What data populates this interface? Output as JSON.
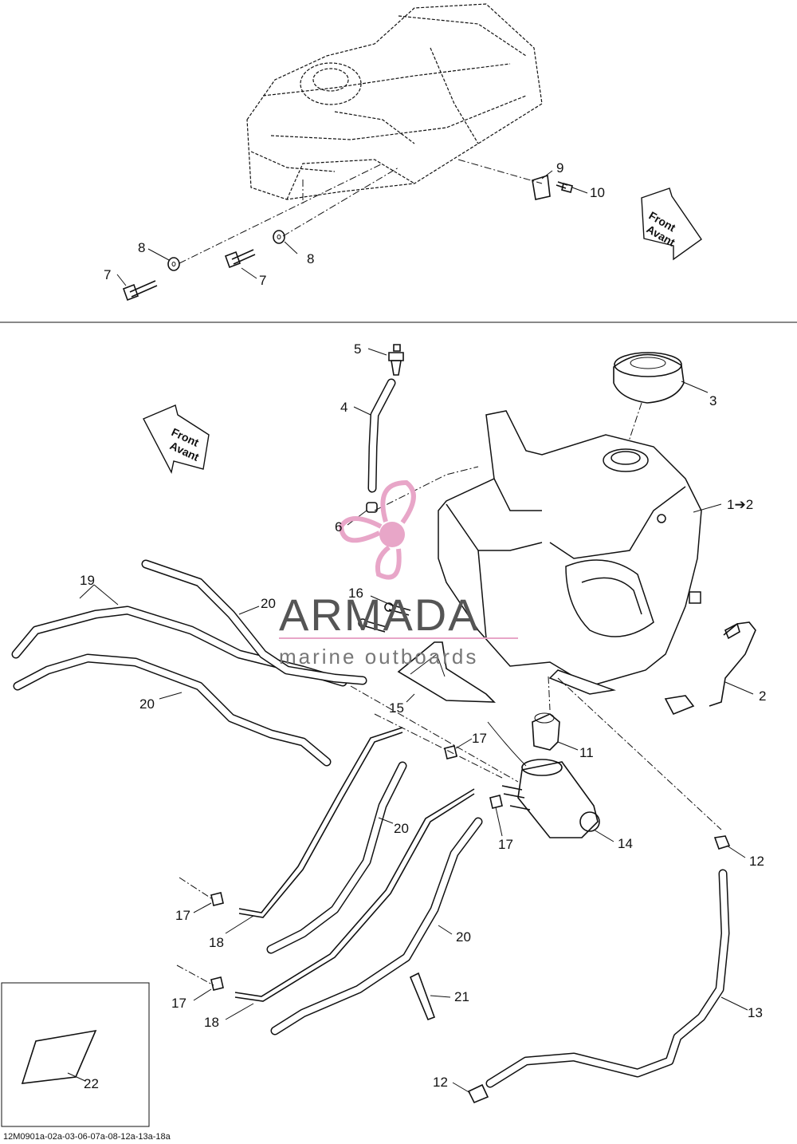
{
  "labels": {
    "l1": "1➔2",
    "l2": "2",
    "l3": "3",
    "l4": "4",
    "l5": "5",
    "l6": "6",
    "l7a": "7",
    "l7b": "7",
    "l8a": "8",
    "l8b": "8",
    "l9": "9",
    "l10": "10",
    "l11": "11",
    "l12a": "12",
    "l12b": "12",
    "l13": "13",
    "l14": "14",
    "l15": "15",
    "l16": "16",
    "l17a": "17",
    "l17b": "17",
    "l17c": "17",
    "l17d": "17",
    "l18a": "18",
    "l18b": "18",
    "l19": "19",
    "l20a": "20",
    "l20b": "20",
    "l20c": "20",
    "l20d": "20",
    "l21": "21",
    "l22": "22"
  },
  "direction_arrows": {
    "top": {
      "line1": "Front",
      "line2": "Avant"
    },
    "bottom": {
      "line1": "Front",
      "line2": "Avant"
    }
  },
  "watermark": {
    "name": "ARMADA",
    "subtitle": "marine outboards",
    "color": "#e8a6c8"
  },
  "reference_code": "12M0901a-02a-03-06-07a-08-12a-13a-18a"
}
